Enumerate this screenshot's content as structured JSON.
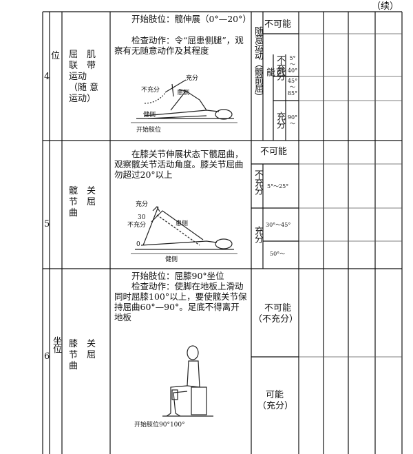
{
  "header": {
    "continued": "（续）"
  },
  "rows": [
    {
      "num": "4",
      "category": "位",
      "item_lines": [
        "屈　肌",
        "联　带",
        "运动",
        "（随 意",
        "运动）"
      ],
      "start_text": "开始肢位：髋伸展（0°—20°）",
      "check_text": "检查动作：令“屈患侧腿”，观察有无随意动作及其程度",
      "side_label": "随意运动（髋前屈）",
      "judgement": {
        "not_possible": "不可能",
        "possible_label": "可能",
        "insufficient_label": "不充分",
        "sufficient_label": "充分",
        "ranges": [
          "5°～40°",
          "45°～85°",
          "90°～"
        ]
      },
      "figure": {
        "label_sufficient": "充分",
        "label_insufficient": "不充分",
        "label_affected": "患侧",
        "label_healthy": "健侧",
        "caption": "开始肢位"
      }
    },
    {
      "num": "5",
      "category": "",
      "item_lines": [
        "髋　关",
        "节　屈",
        "曲"
      ],
      "start_text": "",
      "check_text": "在膝关节伸展状态下髋屈曲，观察髋关节活动角度。膝关节屈曲勿超过20°以上",
      "judgement": {
        "not_possible": "不可能",
        "insufficient_label": "不充分",
        "sufficient_label": "充分",
        "ranges": [
          "5°～25°",
          "30°～45°",
          "50°～"
        ]
      },
      "figure": {
        "label_sufficient": "充分",
        "label_30": "30",
        "label_insufficient": "不充分",
        "label_affected": "患侧",
        "label_0": "0",
        "label_healthy": "健侧"
      }
    },
    {
      "num": "6",
      "category": "坐位",
      "item_lines": [
        "膝　关",
        "节　屈",
        "曲"
      ],
      "start_text": "开始肢位：屈膝90°坐位",
      "check_text": "检查动作：使脚在地板上滑动同时屈膝100°以上，要使髋关节保持屈曲60°—90°。足底不得离开地板",
      "judgement": {
        "not_possible": "不可能",
        "not_possible_sub": "（不充分）",
        "possible": "可能",
        "possible_sub": "（充分）"
      },
      "figure": {
        "caption": "开始肢位90°100°"
      }
    }
  ]
}
